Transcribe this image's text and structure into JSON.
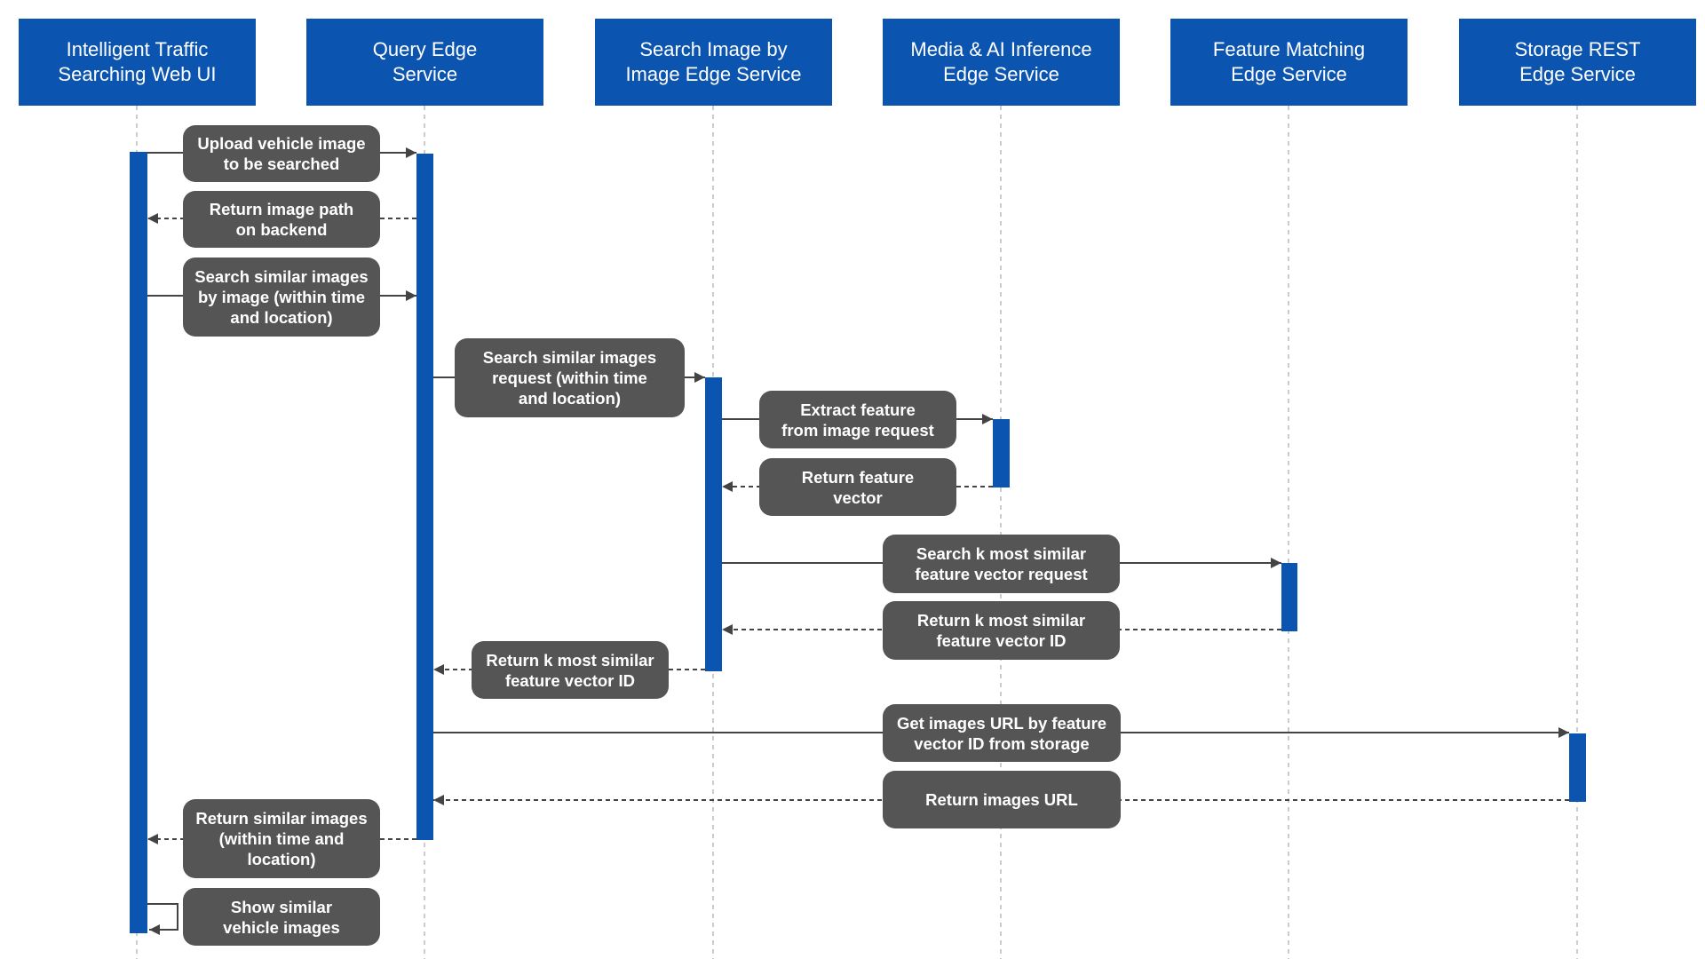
{
  "participants": [
    {
      "id": "web",
      "label": "Intelligent Traffic\nSearching Web UI"
    },
    {
      "id": "query",
      "label": "Query Edge\nService"
    },
    {
      "id": "search",
      "label": "Search Image by\nImage Edge Service"
    },
    {
      "id": "media",
      "label": "Media & AI Inference\nEdge Service"
    },
    {
      "id": "feature",
      "label": "Feature Matching\nEdge Service"
    },
    {
      "id": "storage",
      "label": "Storage REST\nEdge Service"
    }
  ],
  "messages": [
    {
      "from": "web",
      "to": "query",
      "style": "solid",
      "label": "Upload vehicle image\nto be searched"
    },
    {
      "from": "query",
      "to": "web",
      "style": "dashed",
      "label": "Return image path\non backend"
    },
    {
      "from": "web",
      "to": "query",
      "style": "solid",
      "label": "Search similar images\nby image (within time\nand location)"
    },
    {
      "from": "query",
      "to": "search",
      "style": "solid",
      "label": "Search similar images\nrequest (within time\nand location)"
    },
    {
      "from": "search",
      "to": "media",
      "style": "solid",
      "label": "Extract feature\nfrom image request"
    },
    {
      "from": "media",
      "to": "search",
      "style": "dashed",
      "label": "Return feature\nvector"
    },
    {
      "from": "search",
      "to": "feature",
      "style": "solid",
      "label": "Search k most similar\nfeature vector request"
    },
    {
      "from": "feature",
      "to": "search",
      "style": "dashed",
      "label": "Return k most similar\nfeature vector ID"
    },
    {
      "from": "search",
      "to": "query",
      "style": "dashed",
      "label": "Return k most similar\nfeature vector ID"
    },
    {
      "from": "query",
      "to": "storage",
      "style": "solid",
      "label": "Get images URL by feature\nvector ID from storage"
    },
    {
      "from": "storage",
      "to": "query",
      "style": "dashed",
      "label": "Return images URL"
    },
    {
      "from": "query",
      "to": "web",
      "style": "dashed",
      "label": "Return similar images\n(within time and\nlocation)"
    },
    {
      "from": "web",
      "to": "web",
      "style": "solid",
      "label": "Show similar\nvehicle images"
    }
  ],
  "colors": {
    "participant": "#0b55b1",
    "activation": "#0b55b1",
    "label_bg": "#555555",
    "arrow": "#444444",
    "lifeline": "#bbbbbb"
  }
}
